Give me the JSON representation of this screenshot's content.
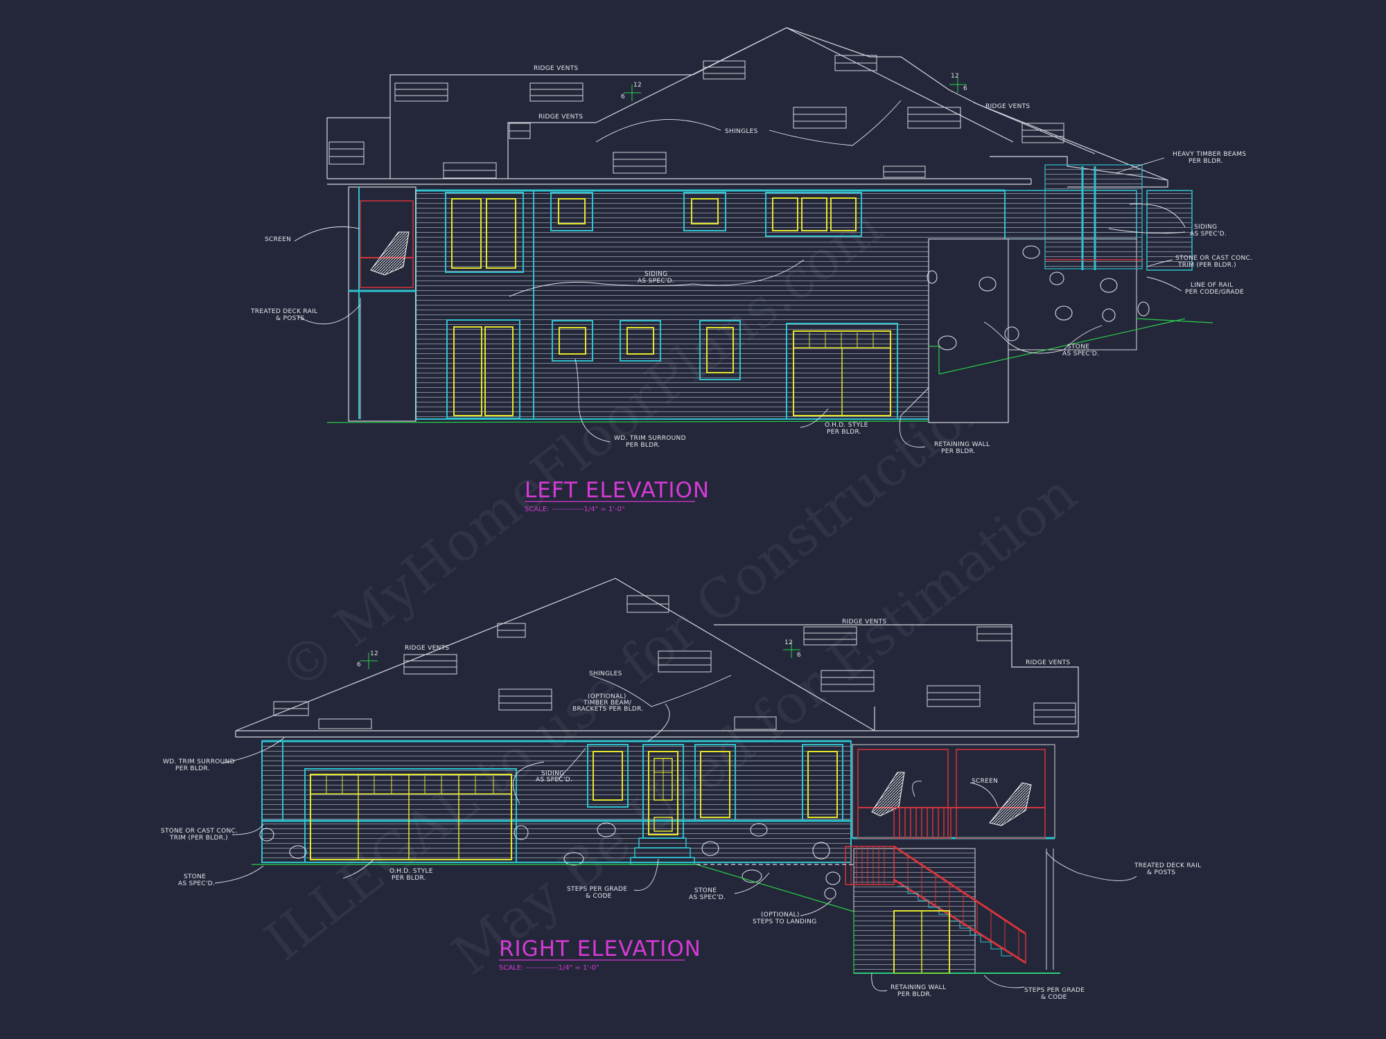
{
  "watermark": {
    "line1": "© MyHomeFloorPlans.com",
    "line2": "ILLEGAL to use for Construction",
    "line3": "May Be Used for Estimation"
  },
  "left_elevation": {
    "title": "LEFT ELEVATION",
    "scale": "SCALE: -------------1/4\" = 1'-0\"",
    "pitch_rise": "6",
    "pitch_run": "12",
    "labels": {
      "ridge_vents_1": "RIDGE VENTS",
      "ridge_vents_2": "RIDGE VENTS",
      "ridge_vents_3": "RIDGE VENTS",
      "shingles": "SHINGLES",
      "heavy_timber_1": "HEAVY TIMBER BEAMS",
      "heavy_timber_2": "PER BLDR.",
      "screen": "SCREEN",
      "siding_center_1": "SIDING",
      "siding_center_2": "AS SPEC'D.",
      "siding_right_1": "SIDING",
      "siding_right_2": "AS SPEC'D.",
      "stone_trim_1": "STONE OR CAST CONC.",
      "stone_trim_2": "TRIM (PER BLDR.)",
      "line_of_rail_1": "LINE OF RAIL",
      "line_of_rail_2": "PER CODE/GRADE",
      "deck_rail_1": "TREATED DECK RAIL",
      "deck_rail_2": "& POSTS",
      "stone_1": "STONE",
      "stone_2": "AS SPEC'D.",
      "trim_surround_1": "WD. TRIM SURROUND",
      "trim_surround_2": "PER BLDR.",
      "ohd_1": "O.H.D. STYLE",
      "ohd_2": "PER BLDR.",
      "retaining_1": "RETAINING WALL",
      "retaining_2": "PER BLDR."
    }
  },
  "right_elevation": {
    "title": "RIGHT ELEVATION",
    "scale": "SCALE: -------------1/4\" = 1'-0\"",
    "pitch_rise": "6",
    "pitch_run": "12",
    "labels": {
      "ridge_vents_1": "RIDGE VENTS",
      "ridge_vents_2": "RIDGE VENTS",
      "ridge_vents_3": "RIDGE VENTS",
      "shingles": "SHINGLES",
      "timber_beam_1": "(OPTIONAL)",
      "timber_beam_2": "TIMBER BEAM/",
      "timber_beam_3": "BRACKETS PER BLDR.",
      "trim_surround_1": "WD. TRIM SURROUND",
      "trim_surround_2": "PER BLDR.",
      "siding_1": "SIDING",
      "siding_2": "AS SPEC'D.",
      "screen": "SCREEN",
      "stone_trim_1": "STONE OR CAST CONC.",
      "stone_trim_2": "TRIM (PER BLDR.)",
      "stone_left_1": "STONE",
      "stone_left_2": "AS SPEC'D.",
      "ohd_1": "O.H.D. STYLE",
      "ohd_2": "PER BLDR.",
      "steps_code_1": "STEPS PER GRADE",
      "steps_code_2": "& CODE",
      "stone_mid_1": "STONE",
      "stone_mid_2": "AS SPEC'D.",
      "steps_landing_1": "(OPTIONAL)",
      "steps_landing_2": "STEPS TO LANDING",
      "deck_rail_1": "TREATED DECK RAIL",
      "deck_rail_2": "& POSTS",
      "retaining_1": "RETAINING WALL",
      "retaining_2": "PER BLDR.",
      "steps_grade_1": "STEPS PER GRADE",
      "steps_grade_2": "& CODE"
    }
  },
  "colors": {
    "background": "#232739",
    "linework": "#d5d8e0",
    "trim": "#2fc3cf",
    "window": "#e6e62a",
    "screen_frame": "#d6343c",
    "grade": "#2bd14a",
    "title": "#d63ad6"
  }
}
